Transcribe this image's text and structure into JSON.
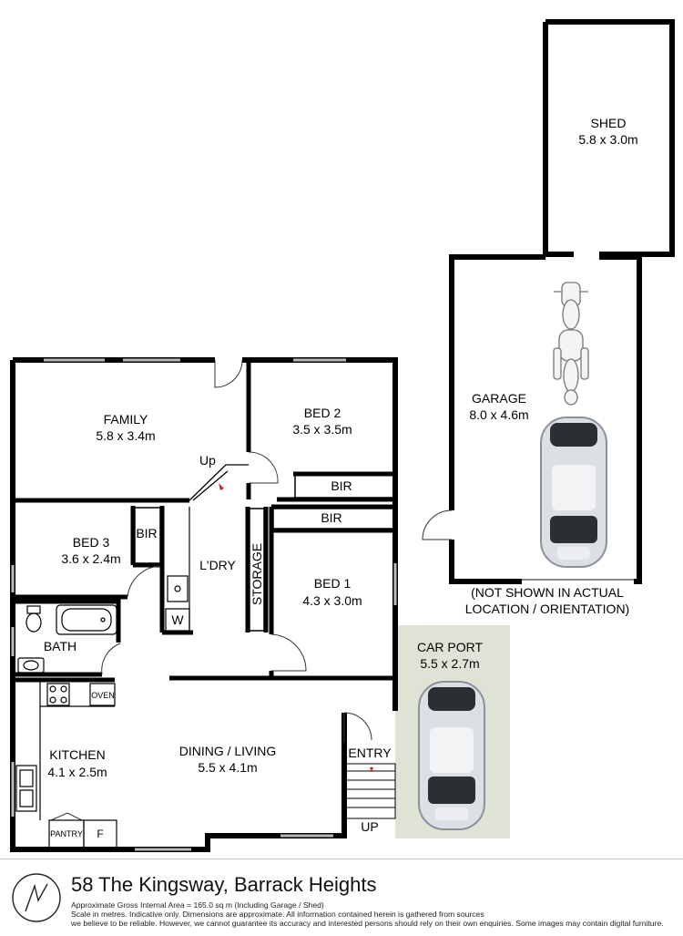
{
  "rooms": {
    "shed": {
      "name": "SHED",
      "size": "5.8 x 3.0m"
    },
    "garage": {
      "name": "GARAGE",
      "size": "8.0 x 4.6m"
    },
    "garage_note_1": "(NOT SHOWN IN ACTUAL",
    "garage_note_2": "LOCATION / ORIENTATION)",
    "family": {
      "name": "FAMILY",
      "size": "5.8 x 3.4m"
    },
    "bed2": {
      "name": "BED 2",
      "size": "3.5 x 3.5m"
    },
    "bed2_bir": "BIR",
    "up_label": "Up",
    "bed3": {
      "name": "BED 3",
      "size": "3.6 x 2.4m"
    },
    "bed3_bir": "BIR",
    "laundry": "L'DRY",
    "storage": "STORAGE",
    "bed1_bir": "BIR",
    "bed1": {
      "name": "BED 1",
      "size": "4.3 x 3.0m"
    },
    "w_label": "W",
    "bath": "BATH",
    "carport": {
      "name": "CAR PORT",
      "size": "5.5 x 2.7m"
    },
    "oven": "OVEN",
    "kitchen": {
      "name": "KITCHEN",
      "size": "4.1 x 2.5m"
    },
    "dining": {
      "name": "DINING / LIVING",
      "size": "5.5 x 4.1m"
    },
    "entry": "ENTRY",
    "entry_up": "UP",
    "pantry": "PANTRY",
    "fridge": "F"
  },
  "footer": {
    "address": "58 The Kingsway, Barrack Heights",
    "area": "Approximate Gross Internal Area = 165.0 sq m (Including Garage / Shed)",
    "disclaimer_1": "Scale in metres. Indicative only. Dimensions are approximate. All information contained herein is gathered from sources",
    "disclaimer_2": "we believe to be reliable. However, we cannot guarantee its accuracy and interested persons should rely on their own enquiries. Some images may contain digital furniture."
  },
  "colors": {
    "wall": "#000000",
    "carport_fill": "#dfe3d6",
    "marker": "#d21f1f"
  },
  "icons": [
    "north-arrow-icon",
    "car-icon",
    "motorcycle-icon",
    "toilet-icon",
    "bathtub-icon",
    "sink-icon",
    "cooktop-icon"
  ]
}
